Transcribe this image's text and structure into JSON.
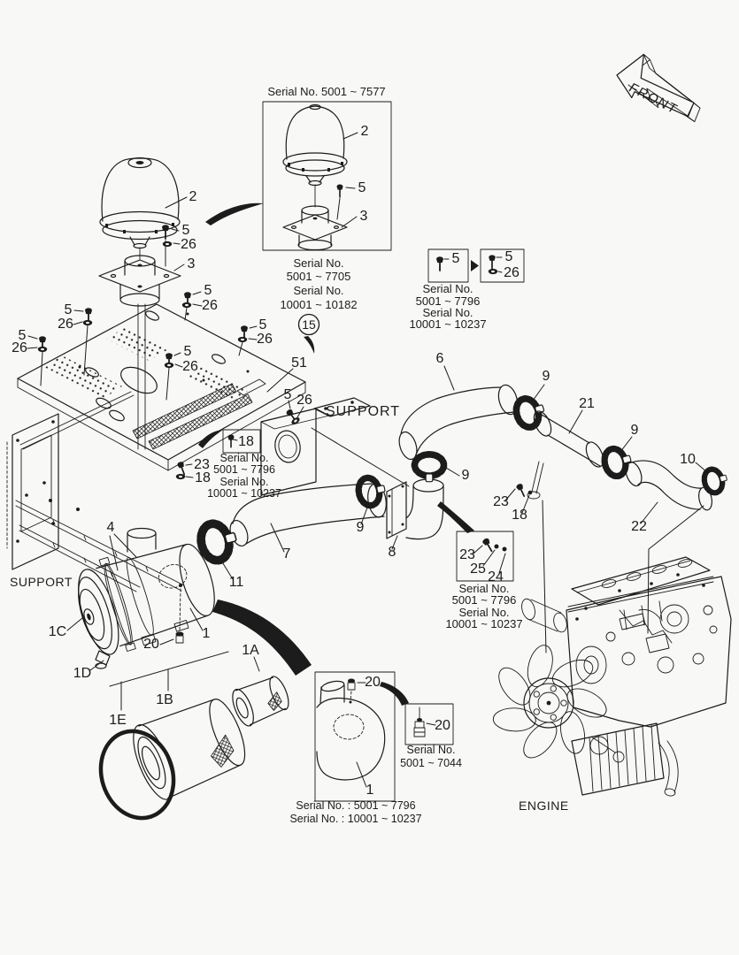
{
  "colors": {
    "background": "#f8f8f6",
    "ink": "#1c1c1c"
  },
  "front_arrow": {
    "label": "FRONT"
  },
  "labels": {
    "support_left": "SUPPORT",
    "support_center": "SUPPORT",
    "engine": "ENGINE"
  },
  "parts": {
    "p1": "1",
    "p1a": "1A",
    "p1b": "1B",
    "p1c": "1C",
    "p1d": "1D",
    "p1e": "1E",
    "p2": "2",
    "p3": "3",
    "p4": "4",
    "p5": "5",
    "p6": "6",
    "p7": "7",
    "p8": "8",
    "p9": "9",
    "p10": "10",
    "p11": "11",
    "p15": "15",
    "p18": "18",
    "p20": "20",
    "p21": "21",
    "p22": "22",
    "p23": "23",
    "p24": "24",
    "p25": "25",
    "p26": "26",
    "p51": "51"
  },
  "insets": {
    "precleaner": {
      "title": "Serial No.  5001 ~ 7577",
      "caption": [
        "Serial No.",
        "5001 ~ 7705",
        "Serial No.",
        "10001 ~ 10182"
      ],
      "badge": "15"
    },
    "bolt_update": {
      "caption": [
        "Serial No.",
        "5001 ~ 7796",
        "Serial No.",
        "10001 ~ 10237"
      ]
    },
    "nut_18": {
      "caption": [
        "Serial No.",
        "5001 ~ 7796",
        "Serial No.",
        "10001 ~ 10237"
      ]
    },
    "clamp_hw": {
      "caption": [
        "Serial No.",
        "5001 ~ 7796",
        "Serial No.",
        "10001 ~ 10237"
      ]
    },
    "air_cleaner": {
      "caption": [
        "Serial No. : 5001 ~ 7796",
        "Serial No. : 10001 ~ 10237"
      ]
    },
    "sensor": {
      "caption": [
        "Serial No.",
        "5001 ~ 7044"
      ]
    }
  }
}
